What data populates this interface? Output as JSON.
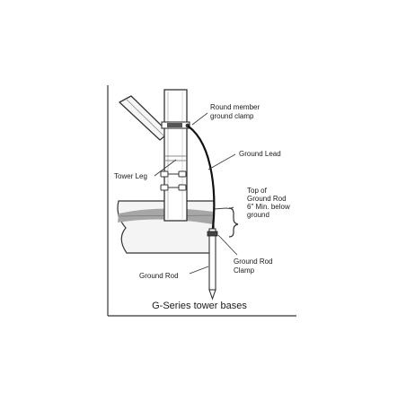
{
  "diagram": {
    "labels": {
      "clamp_line1": "Round member",
      "clamp_line2": "ground clamp",
      "ground_lead": "Ground Lead",
      "tower_leg": "Tower Leg",
      "top_rod_line1": "Top of",
      "top_rod_line2": "Ground Rod",
      "top_rod_line3": "6\" Min. below",
      "top_rod_line4": "ground",
      "ground_rod": "Ground Rod",
      "rod_clamp_line1": "Ground Rod",
      "rod_clamp_line2": "Clamp"
    },
    "caption": "G-Series tower bases"
  }
}
